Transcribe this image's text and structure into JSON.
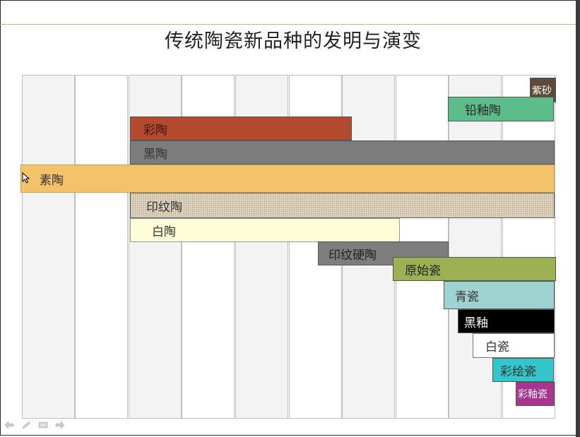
{
  "slide": {
    "title": "传统陶瓷新品种的发明与演变"
  },
  "bars": {
    "caitao": "彩陶",
    "heitao": "黑陶",
    "sutao": "素陶",
    "yinwentao": "印纹陶",
    "baitao": "白陶",
    "yinwenyingtao": "印纹硬陶",
    "yuanshici": "原始瓷",
    "qingci": "青瓷",
    "heiyou": "黑釉",
    "baici": "白瓷",
    "caihuici": "彩绘瓷",
    "caiyouci": "彩釉瓷",
    "qianyoutao": "铅釉陶",
    "zisha": "紫砂"
  },
  "colors": {
    "caitao": "#b44a2d",
    "heitao": "#7c7c7c",
    "sutao": "#f4c26b",
    "baitao": "#fdfdd8",
    "yuanshici": "#9cb154",
    "qingci": "#9ed3d2",
    "heiyou": "#000000",
    "caihuici": "#33c7cb",
    "caiyouci": "#a8358e",
    "qianyoutao": "#5cbd8a",
    "zisha": "#5e4a3c"
  },
  "icons": {
    "cursor": "mouse-pointer-icon",
    "toolbar": [
      "previous-icon",
      "pen-icon",
      "menu-icon",
      "next-icon"
    ]
  }
}
